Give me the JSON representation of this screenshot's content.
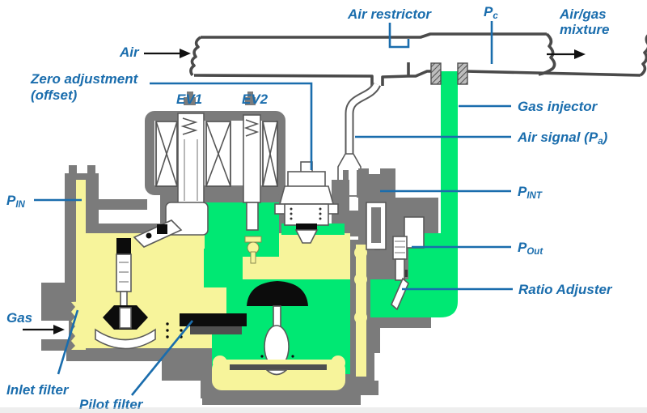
{
  "labels": {
    "air": "Air",
    "air_restrictor": "Air restrictor",
    "pc": {
      "base": "P",
      "sub": "c"
    },
    "air_gas_mixture": {
      "line1": "Air/gas",
      "line2": "mixture"
    },
    "zero_adjustment": {
      "line1": "Zero adjustment",
      "line2": "(offset)"
    },
    "ev1": "EV1",
    "ev2": "EV2",
    "gas_injector": "Gas injector",
    "air_signal": {
      "pre": "Air signal (P",
      "sub": "a",
      "post": ")"
    },
    "p_in": {
      "base": "P",
      "sub": "IN"
    },
    "p_int": {
      "base": "P",
      "sub": "INT"
    },
    "p_out": {
      "base": "P",
      "sub": "Out"
    },
    "ratio_adjuster": "Ratio Adjuster",
    "gas": "Gas",
    "inlet_filter": "Inlet filter",
    "pilot_filter": "Pilot filter"
  },
  "colors": {
    "label_blue": "#1a6dad",
    "duct_outline_gray": "#4a4a4a",
    "body_gray": "#7b7b7b",
    "inlet_gas_yellow": "#f7f49b",
    "outlet_gas_green": "#00e873",
    "valve_black": "#0c0c0c",
    "background": "#ffffff"
  },
  "icons": {
    "air_flow_arrow": "right-arrow",
    "gas_flow_arrow": "right-arrow",
    "mixture_flow_arrow": "right-arrow"
  }
}
